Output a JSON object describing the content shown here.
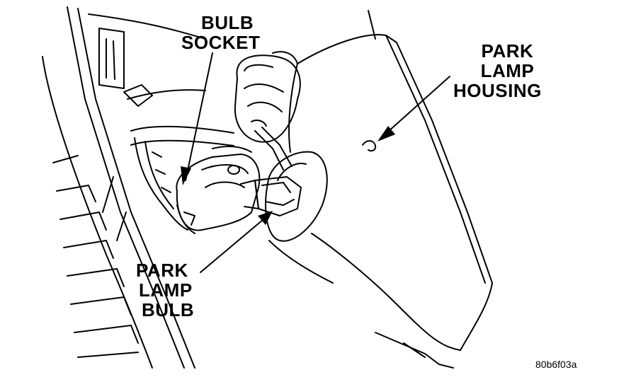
{
  "labels": {
    "bulb_socket": [
      "BULB",
      "SOCKET"
    ],
    "park_lamp_housing": [
      "PARK",
      "LAMP",
      "HOUSING"
    ],
    "park_lamp_bulb": [
      "PARK",
      "LAMP",
      "BULB"
    ]
  },
  "reference_code": "80b6f03a"
}
